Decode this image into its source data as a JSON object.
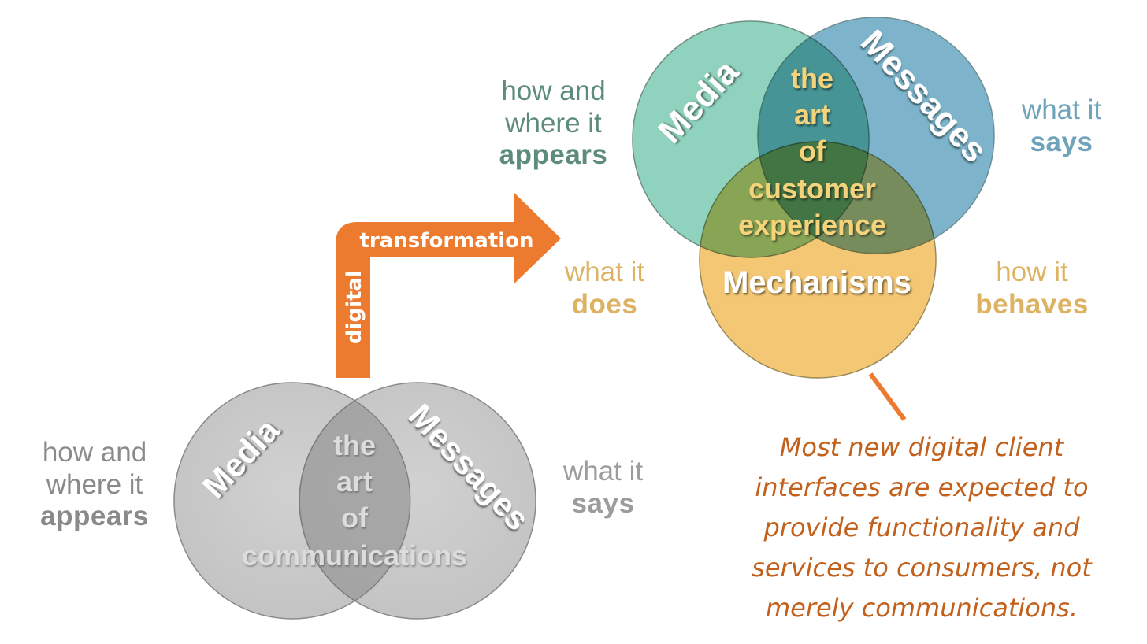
{
  "colors": {
    "arrow": "#ec7a2f",
    "media_circle": "#8fd2bd",
    "messages_circle": "#7db4cb",
    "mechanisms_circle": "#f2c46c",
    "center_text": "#f4d37a",
    "callout_text": "#c2601c",
    "label_teal": "#5e8c7c",
    "label_blue": "#6fa3ba",
    "label_gold": "#ddb363",
    "label_gray": "#8a8a8a",
    "label_gray_light": "#9c9c9c"
  },
  "arrow": {
    "vertical_label": "digital",
    "horizontal_label": "transformation"
  },
  "old_venn": {
    "left_circle": "Media",
    "right_circle": "Messages",
    "center_lines": [
      "the",
      "art",
      "of",
      "communications"
    ],
    "left_label": {
      "line1": "how and",
      "line2": "where it",
      "bold": "appears"
    },
    "right_label": {
      "line1": "what it",
      "bold": "says"
    }
  },
  "new_venn": {
    "top_left_circle": "Media",
    "top_right_circle": "Messages",
    "bottom_circle": "Mechanisms",
    "center_lines": [
      "the",
      "art",
      "of",
      "customer",
      "experience"
    ],
    "media_label": {
      "line1": "how and",
      "line2": "where it",
      "bold": "appears"
    },
    "messages_label": {
      "line1": "what it",
      "bold": "says"
    },
    "does_label": {
      "line1": "what it",
      "bold": "does"
    },
    "behaves_label": {
      "line1": "how it",
      "bold": "behaves"
    }
  },
  "callout": {
    "lines": [
      "Most new digital client",
      "interfaces are expected to",
      "provide functionality and",
      "services to consumers, not",
      "merely communications."
    ]
  }
}
